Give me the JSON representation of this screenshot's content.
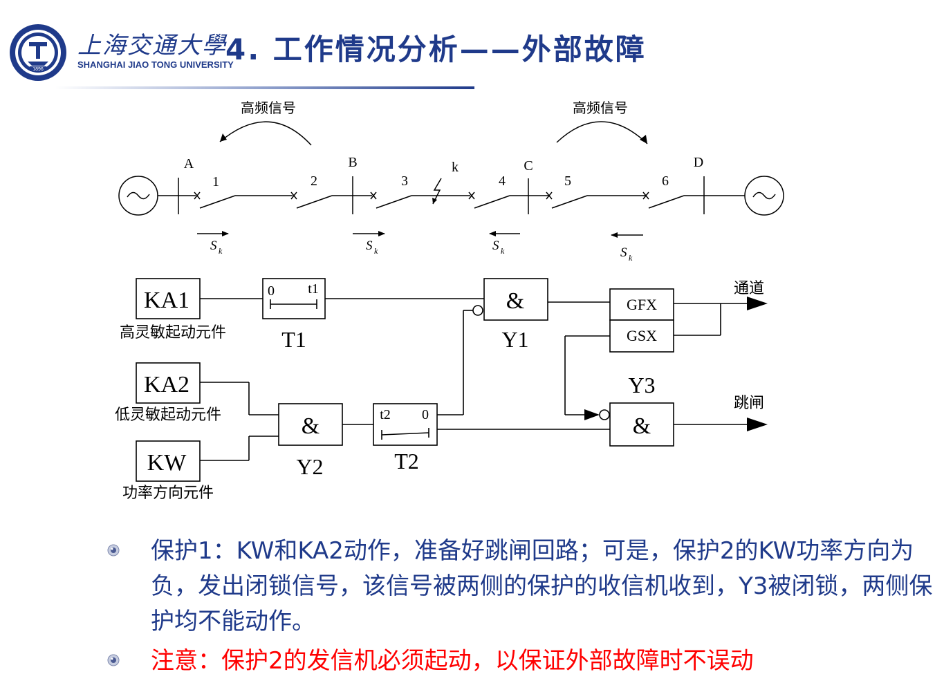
{
  "header": {
    "logo_cn": "上海交通大學",
    "logo_en": "SHANGHAI JIAO TONG UNIVERSITY",
    "logo_year": "1896",
    "title": "4. 工作情况分析——外部故障",
    "colors": {
      "brand": "#1f3a8a",
      "rule": "#1f3a8a"
    }
  },
  "line_diagram": {
    "hf_signal_left": "高频信号",
    "hf_signal_right": "高频信号",
    "buses": [
      "A",
      "B",
      "C",
      "D"
    ],
    "breakers": [
      "1",
      "2",
      "3",
      "4",
      "5",
      "6"
    ],
    "fault_label": "k",
    "power_flow": [
      "S_k",
      "S_k",
      "S_k",
      "S_k"
    ],
    "power_flow_main": "S",
    "power_flow_sub": "k",
    "source_symbol": "~"
  },
  "logic_diagram": {
    "ka1": {
      "label": "KA1",
      "desc": "高灵敏起动元件"
    },
    "ka2": {
      "label": "KA2",
      "desc": "低灵敏起动元件"
    },
    "kw": {
      "label": "KW",
      "desc": "功率方向元件"
    },
    "t1": {
      "label": "T1",
      "t_left": "0",
      "t_right": "t1"
    },
    "t2": {
      "label": "T2",
      "t_left": "t2",
      "t_right": "0"
    },
    "y1": {
      "label": "Y1",
      "symbol": "&"
    },
    "y2": {
      "label": "Y2",
      "symbol": "&"
    },
    "y3": {
      "label": "Y3",
      "symbol": "&"
    },
    "gfx": "GFX",
    "gsx": "GSX",
    "channel_out": "通道",
    "trip_out": "跳闸"
  },
  "bullets": [
    {
      "text": "保护1：KW和KA2动作，准备好跳闸回路；可是，保护2的KW功率方向为负，发出闭锁信号，该信号被两侧的保护的收信机收到，Y3被闭锁，两侧保护均不能动作。",
      "color": "#1f3a8a"
    },
    {
      "text": "注意：保护2的发信机必须起动，以保证外部故障时不误动",
      "color": "#ff0000"
    }
  ]
}
